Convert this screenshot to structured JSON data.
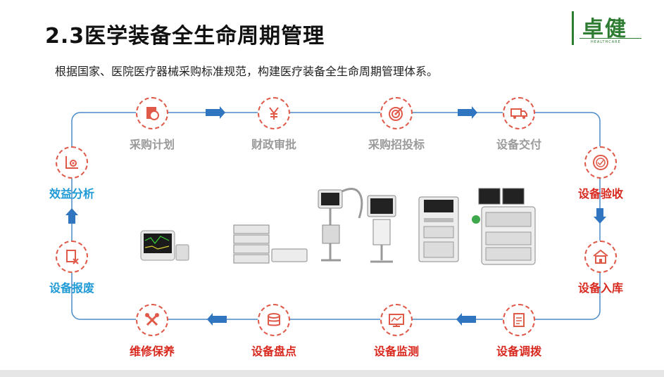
{
  "title": "2.3医学装备全生命周期管理",
  "subtitle": "根据国家、医院医疗器械采购标准规范，构建医疗装备全生命周期管理体系。",
  "logo": {
    "main": "卓健",
    "sub": "HEALTHCARE"
  },
  "colors": {
    "red": "#d8281e",
    "gray": "#9a9a9a",
    "blue": "#1e9ad6",
    "loop": "#4a8cc7",
    "arrow": "#2f75c0"
  },
  "stages": [
    {
      "key": "procurement-plan",
      "label": "采购计划",
      "icon": "plan-icon"
    },
    {
      "key": "finance-approval",
      "label": "财政审批",
      "icon": "yuan-icon"
    },
    {
      "key": "bidding",
      "label": "采购招投标",
      "icon": "target-icon"
    },
    {
      "key": "delivery",
      "label": "设备交付",
      "icon": "truck-icon"
    },
    {
      "key": "acceptance",
      "label": "设备验收",
      "icon": "seal-icon"
    },
    {
      "key": "warehousing",
      "label": "设备入库",
      "icon": "warehouse-icon"
    },
    {
      "key": "transfer",
      "label": "设备调拨",
      "icon": "document-icon"
    },
    {
      "key": "monitoring",
      "label": "设备监测",
      "icon": "monitor-chart-icon"
    },
    {
      "key": "inventory",
      "label": "设备盘点",
      "icon": "coin-stack-icon"
    },
    {
      "key": "maintenance",
      "label": "维修保养",
      "icon": "tools-icon"
    },
    {
      "key": "scrapping",
      "label": "设备报废",
      "icon": "scrap-icon"
    },
    {
      "key": "benefit-analysis",
      "label": "效益分析",
      "icon": "analysis-chart-icon"
    }
  ]
}
